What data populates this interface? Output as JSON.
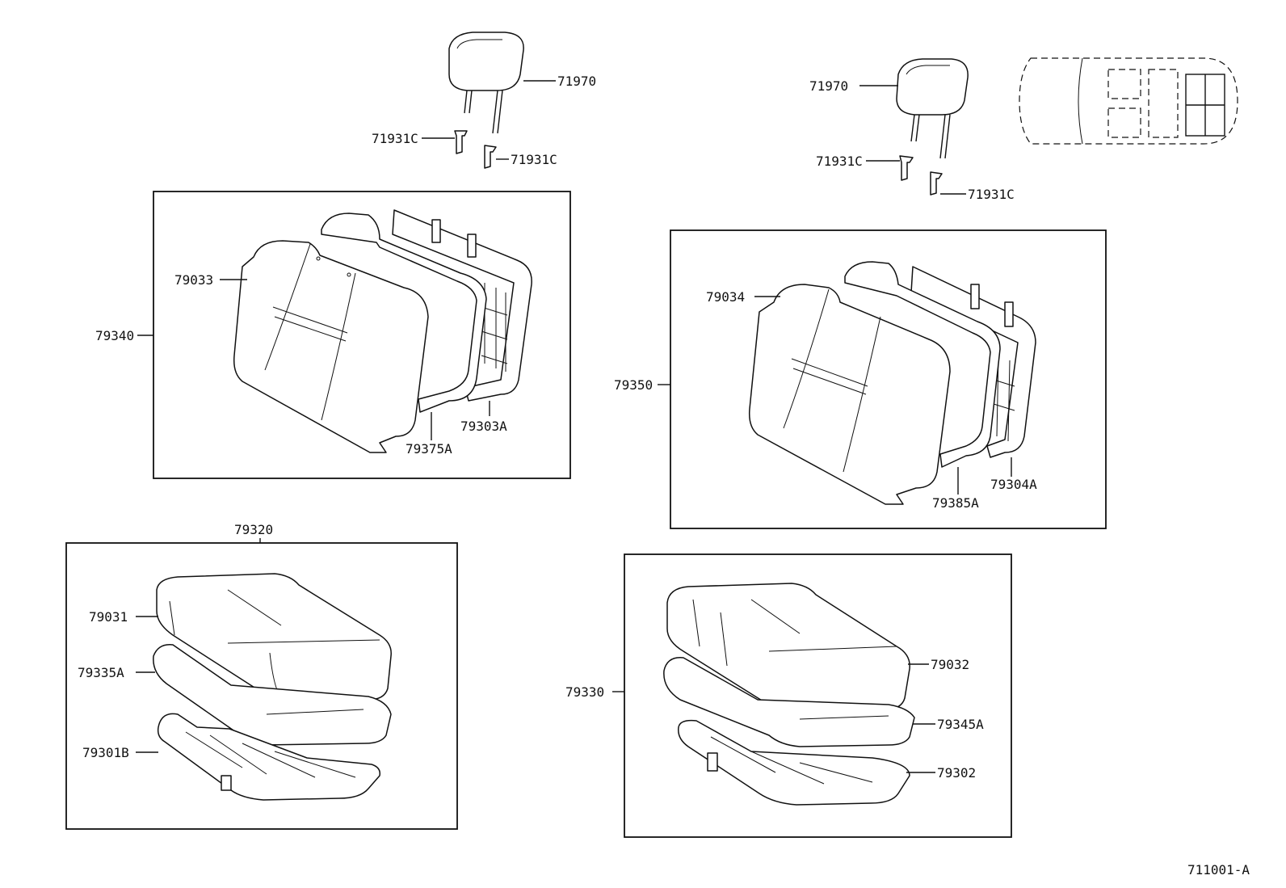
{
  "diagram_id": "711001-A",
  "labels": {
    "hr_l": "71970",
    "hr_l_guide_a": "71931C",
    "hr_l_guide_b": "71931C",
    "hr_r": "71970",
    "hr_r_guide_a": "71931C",
    "hr_r_guide_b": "71931C",
    "back_l_assy": "79340",
    "back_l_cover": "79033",
    "back_l_frame": "79303A",
    "back_l_pad": "79375A",
    "back_r_assy": "79350",
    "back_r_cover": "79034",
    "back_r_frame": "79304A",
    "back_r_pad": "79385A",
    "cush_l_assy": "79320",
    "cush_l_cover": "79031",
    "cush_l_pad": "79335A",
    "cush_l_frame": "79301B",
    "cush_r_assy": "79330",
    "cush_r_cover": "79032",
    "cush_r_pad": "79345A",
    "cush_r_frame": "79302"
  }
}
